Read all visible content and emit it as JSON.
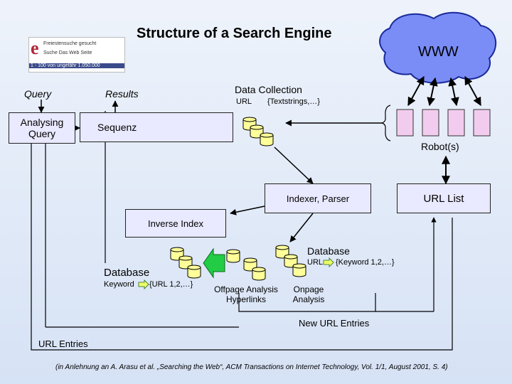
{
  "title": "Structure of a Search Engine",
  "thumb": {
    "logo": "e",
    "line1": "Freiestensuche gesucht",
    "line2": "Suche   Das Web   Seite",
    "line3": "1 - 100 von ungefähr 1.050.000"
  },
  "www": "WWW",
  "query": "Query",
  "results": "Results",
  "analysing_query": "Analysing Query",
  "sequenz": "Sequenz",
  "data_collection": {
    "title": "Data Collection",
    "url": "URL",
    "strings": "{Textstrings,…}"
  },
  "robots": "Robot(s)",
  "indexer": "Indexer, Parser",
  "url_list": "URL List",
  "inverse_index": "Inverse Index",
  "database_right": {
    "title": "Database",
    "url": "URL",
    "keywords": "{Keyword 1,2,…}"
  },
  "database_left": {
    "title": "Database",
    "keyword": "Keyword",
    "urls": "{URL 1,2,…}"
  },
  "offpage": "Offpage Analysis Hyperlinks",
  "onpage": "Onpage Analysis",
  "new_url_entries": "New URL Entries",
  "url_entries": "URL Entries",
  "citation": "(in Anlehnung an A. Arasu et al. „Searching the Web“, ACM Transactions on Internet Technology, Vol. 1/1, August 2001, S. 4)"
}
